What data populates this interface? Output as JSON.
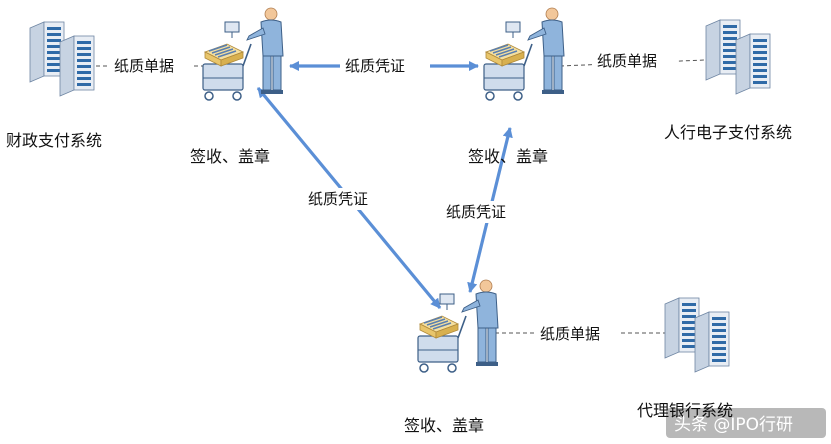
{
  "systems": {
    "finance": "财政支付系统",
    "pboc": "人行电子支付系统",
    "agent_bank": "代理银行系统"
  },
  "station_caption": "签收、盖章",
  "link_labels": {
    "paper_document": "纸质单据",
    "paper_voucher": "纸质凭证"
  },
  "watermark": "头条 @IPO行研",
  "colors": {
    "arrow": "#5b8fd6",
    "server_body": "#e8edf4",
    "server_side": "#c7d3e2",
    "server_stripe": "#2f6aa7",
    "accent_yellow": "#f1d58a"
  }
}
